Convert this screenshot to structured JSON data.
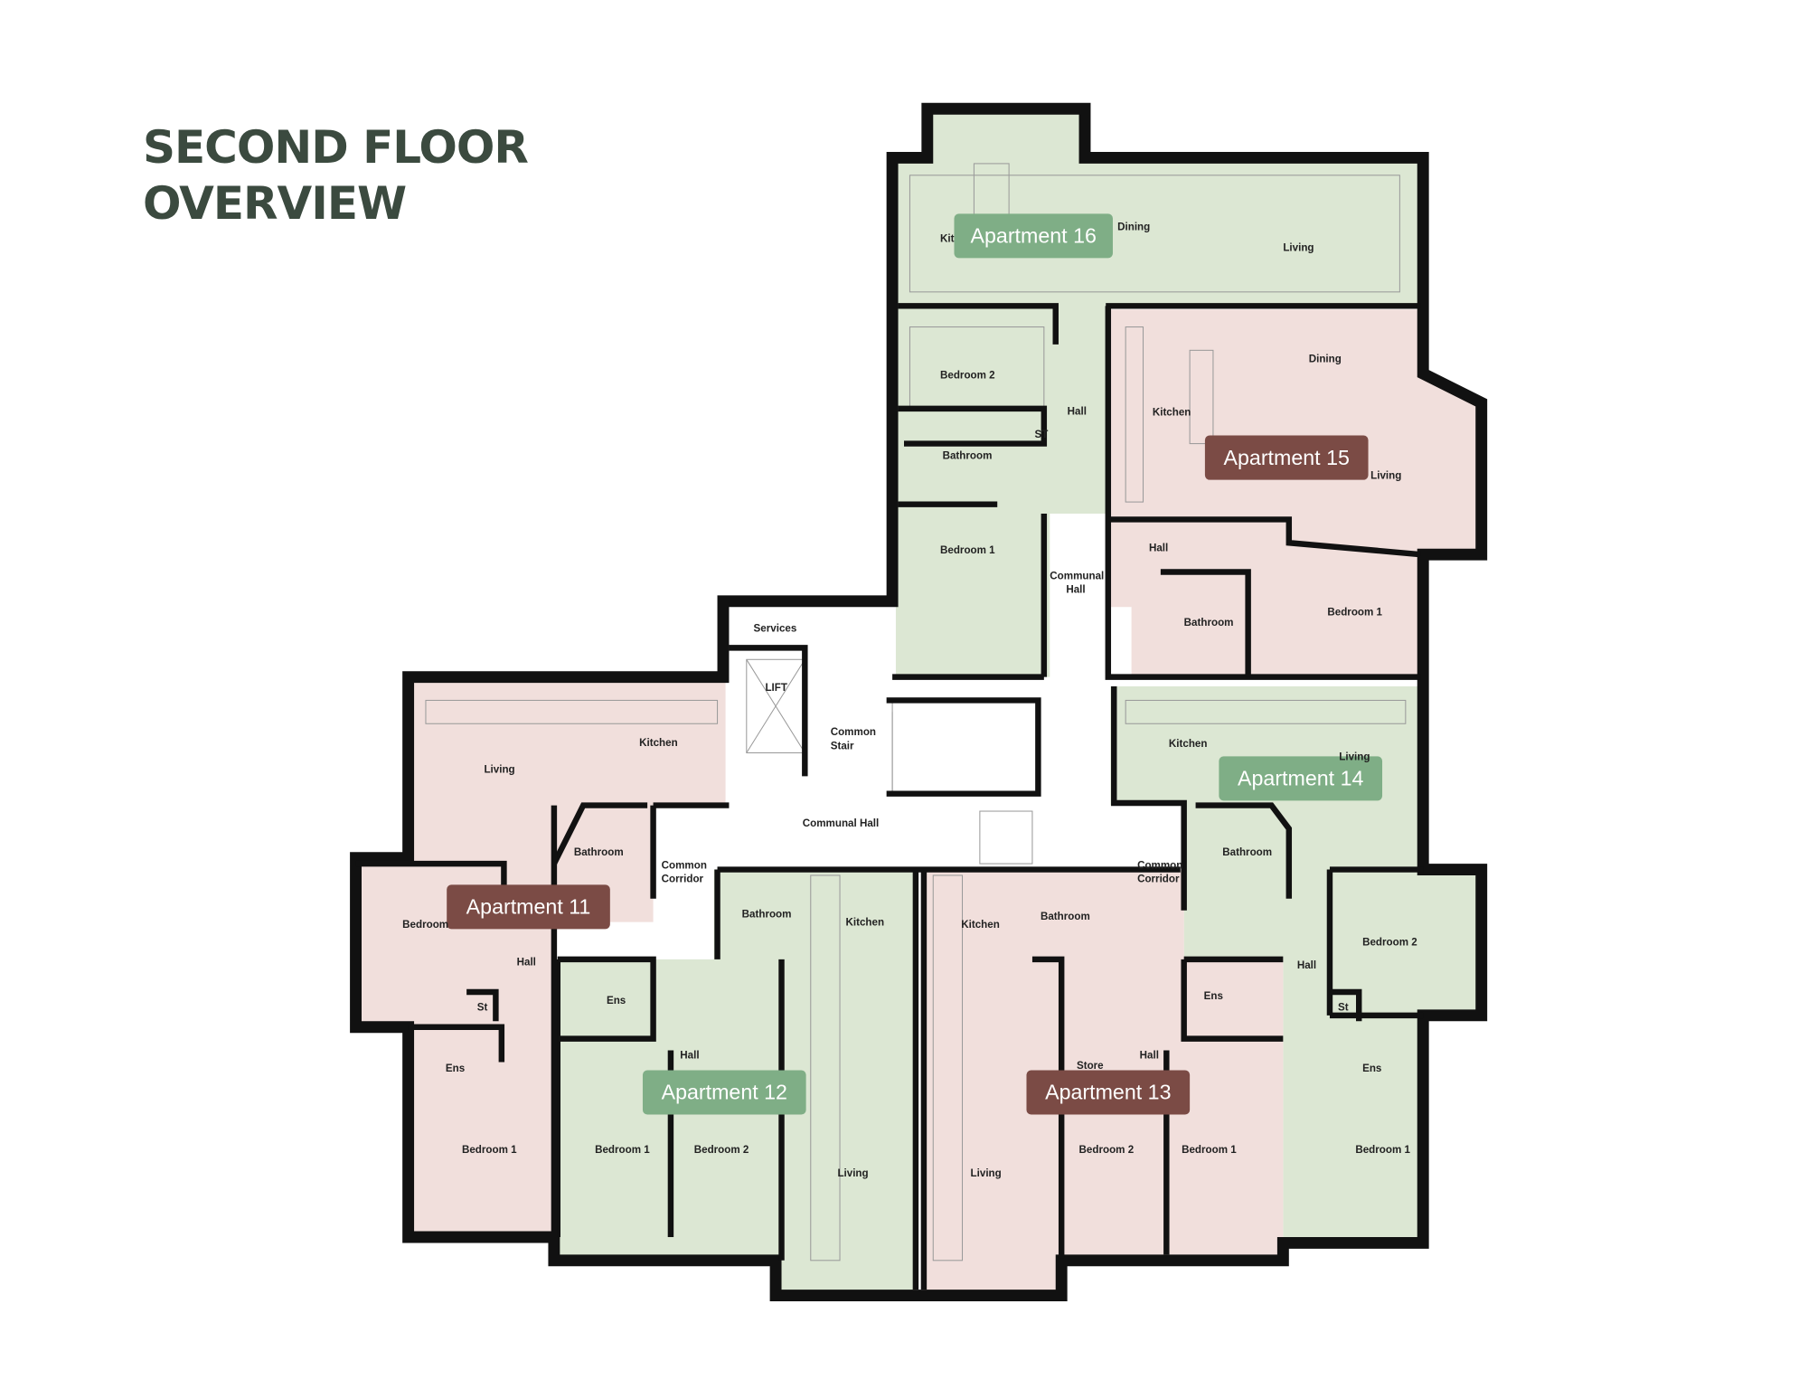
{
  "title": {
    "line1": "SECOND FLOOR",
    "line2": "OVERVIEW"
  },
  "colors": {
    "green_zone": "#dce7d3",
    "pink_zone": "#f1dfdc",
    "green_label": "#7fae86",
    "brown_label": "#7b4b45",
    "title": "#3b4a3f",
    "wall": "#111111"
  },
  "apartments": [
    {
      "id": "16",
      "label": "Apartment 16",
      "scheme": "green"
    },
    {
      "id": "15",
      "label": "Apartment 15",
      "scheme": "brown"
    },
    {
      "id": "14",
      "label": "Apartment 14",
      "scheme": "green"
    },
    {
      "id": "13",
      "label": "Apartment 13",
      "scheme": "brown"
    },
    {
      "id": "12",
      "label": "Apartment 12",
      "scheme": "green"
    },
    {
      "id": "11",
      "label": "Apartment 11",
      "scheme": "brown"
    }
  ],
  "rooms": {
    "a16": {
      "kitchen": "Kit",
      "dining": "Dining",
      "living": "Living",
      "bedroom2": "Bedroom 2",
      "hall": "Hall",
      "st": "ST",
      "bathroom": "Bathroom",
      "bedroom1": "Bedroom 1"
    },
    "a15": {
      "dining": "Dining",
      "kitchen": "Kitchen",
      "living": "Living",
      "hall": "Hall",
      "bathroom": "Bathroom",
      "bedroom1": "Bedroom 1"
    },
    "a14": {
      "kitchen": "Kitchen",
      "living": "Living",
      "bathroom": "Bathroom",
      "bedroom2": "Bedroom 2",
      "hall": "Hall",
      "st": "St",
      "ens": "Ens",
      "bedroom1": "Bedroom 1"
    },
    "a13": {
      "kitchen": "Kitchen",
      "bathroom": "Bathroom",
      "hall": "Hall",
      "store": "Store",
      "ens": "Ens",
      "living": "Living",
      "bedroom2": "Bedroom 2",
      "bedroom1": "Bedroom 1"
    },
    "a12": {
      "bathroom": "Bathroom",
      "kitchen": "Kitchen",
      "ens": "Ens",
      "hall": "Hall",
      "bedroom1": "Bedroom 1",
      "bedroom2": "Bedroom 2",
      "living": "Living"
    },
    "a11": {
      "living": "Living",
      "kitchen": "Kitchen",
      "bathroom": "Bathroom",
      "bedroom": "Bedroom",
      "hall": "Hall",
      "st": "St",
      "ens": "Ens",
      "bedroom1": "Bedroom 1"
    },
    "common": {
      "services": "Services",
      "lift": "LIFT",
      "common_stair_1": "Common",
      "common_stair_2": "Stair",
      "communal_hall": "Communal Hall",
      "communal_hall_n1": "Communal",
      "communal_hall_n2": "Hall",
      "corridor_w1": "Common",
      "corridor_w2": "Corridor",
      "corridor_e1": "Common",
      "corridor_e2": "Corridor"
    }
  }
}
